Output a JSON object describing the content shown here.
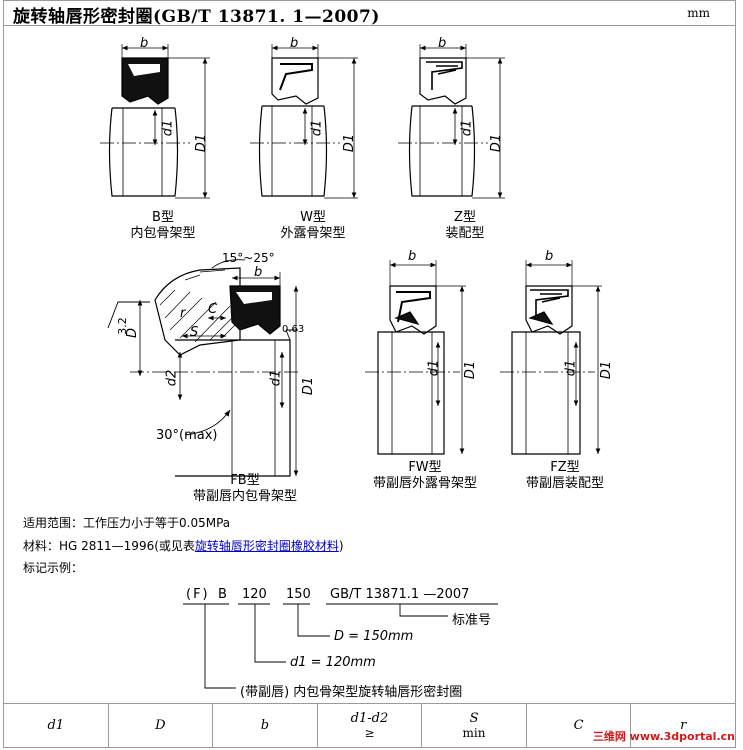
{
  "header": {
    "title": "旋转轴唇形密封圈(GB/T 13871. 1—2007)",
    "unit": "mm"
  },
  "figures": {
    "b_type": {
      "label_1": "B型",
      "label_2": "内包骨架型"
    },
    "w_type": {
      "label_1": "W型",
      "label_2": "外露骨架型"
    },
    "z_type": {
      "label_1": "Z型",
      "label_2": "装配型"
    },
    "fb_type": {
      "label_1": "FB型",
      "label_2": "带副唇内包骨架型"
    },
    "fw_type": {
      "label_1": "FW型",
      "label_2": "带副唇外露骨架型"
    },
    "fz_type": {
      "label_1": "FZ型",
      "label_2": "带副唇装配型"
    }
  },
  "dim_labels": {
    "b": "b",
    "d1": "d1",
    "D1": "D1",
    "d2": "d2",
    "C": "C",
    "S": "S",
    "r": "r",
    "angle": "15°~25°",
    "chamfer": "30°(max)",
    "rough1": "3.2",
    "rough2": "0.63"
  },
  "info": {
    "scope": "适用范围：工作压力小于等于0.05MPa",
    "material_prefix": "材料：HG 2811—1996(或见表",
    "material_link": "旋转轴唇形密封圈橡胶材料",
    "material_suffix": ")",
    "example_heading": "标记示例："
  },
  "example": {
    "code_f": "(F)",
    "code_b": "B",
    "code_d1": "120",
    "code_D": "150",
    "code_std": "GB/T 13871.1 —2007",
    "standard_no": "标准号",
    "D_eq": "D = 150mm",
    "d1_eq": "d1 = 120mm",
    "desc": "(带副唇) 内包骨架型旋转轴唇形密封圈"
  },
  "table": {
    "headers": [
      "d1",
      "D",
      "b",
      "d1-d2",
      "S",
      "C",
      "r"
    ],
    "subheaders": [
      "",
      "",
      "",
      "≥",
      "min",
      "",
      ""
    ]
  },
  "watermark": "三维网 www.3dportal.cn"
}
